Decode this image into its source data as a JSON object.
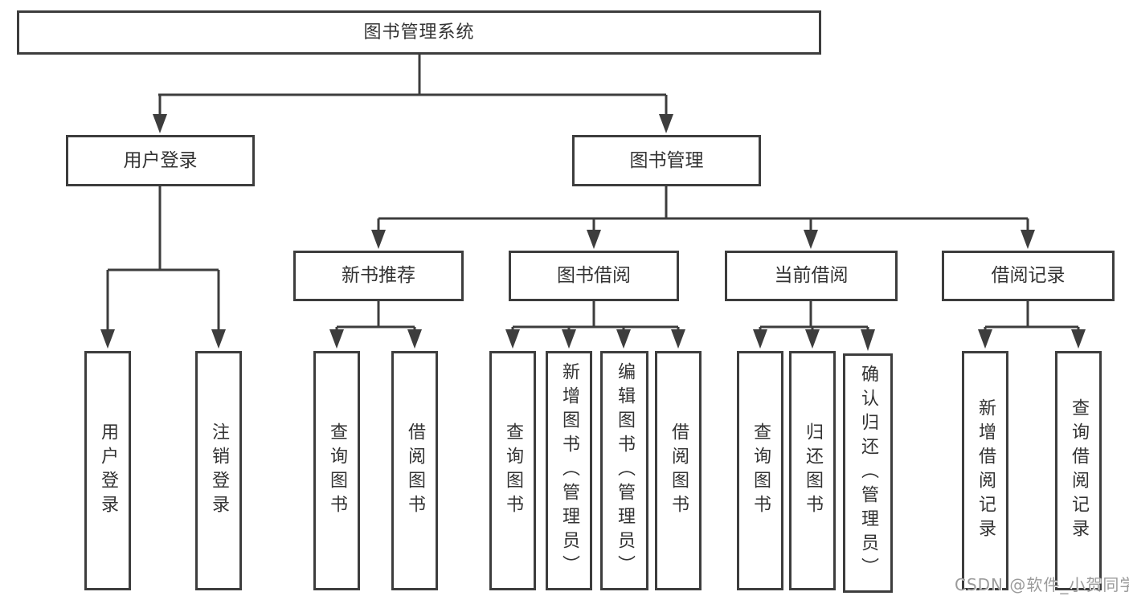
{
  "tree": {
    "label": "图书管理系统",
    "children": [
      {
        "label": "用户登录",
        "children": [
          {
            "label": "用户登录"
          },
          {
            "label": "注销登录"
          }
        ]
      },
      {
        "label": "图书管理",
        "children": [
          {
            "label": "新书推荐",
            "children": [
              {
                "label": "查询图书"
              },
              {
                "label": "借阅图书"
              }
            ]
          },
          {
            "label": "图书借阅",
            "children": [
              {
                "label": "查询图书"
              },
              {
                "label": "新增图书（管理员）"
              },
              {
                "label": "编辑图书（管理员）"
              },
              {
                "label": "借阅图书"
              }
            ]
          },
          {
            "label": "当前借阅",
            "children": [
              {
                "label": "查询图书"
              },
              {
                "label": "归还图书"
              },
              {
                "label": "确认归还（管理员）"
              }
            ]
          },
          {
            "label": "借阅记录",
            "children": [
              {
                "label": "新增借阅记录"
              },
              {
                "label": "查询借阅记录"
              }
            ]
          }
        ]
      }
    ]
  },
  "watermark": "CSDN @软件_小贺同学",
  "colors": {
    "line": "#3d3d3d",
    "text": "#333333",
    "box_background": "#ffffff",
    "watermark": "#9b9b9b",
    "page_background": "#ffffff"
  }
}
